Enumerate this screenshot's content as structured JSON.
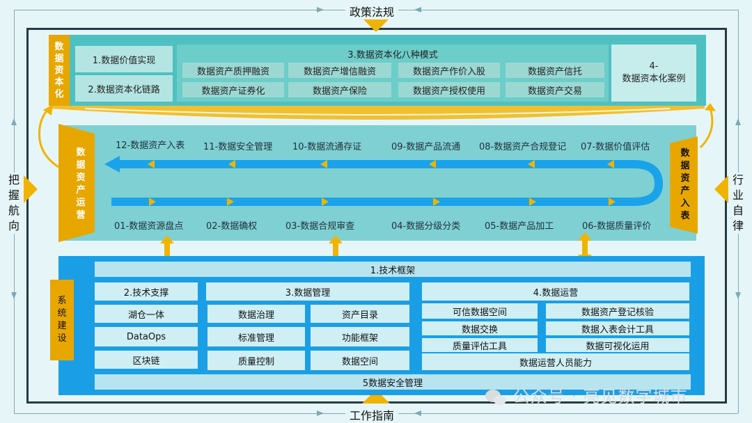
{
  "edges": {
    "top": "政策法规",
    "bottom": "工作指南",
    "left": [
      "把",
      "握",
      "航",
      "向"
    ],
    "right": [
      "行",
      "业",
      "自",
      "律"
    ]
  },
  "capitalization": {
    "side_label": [
      "数",
      "据",
      "资",
      "本",
      "化"
    ],
    "item1": "1.数据价值实现",
    "item2": "2.数据资本化链路",
    "modes_title": "3.数据资本化八种模式",
    "modes": [
      "数据资产质押融资",
      "数据资产增信融资",
      "数据资产作价入股",
      "数据资产信托",
      "数据资产证券化",
      "数据资产保险",
      "数据资产授权使用",
      "数据资产交易"
    ],
    "cases_line1": "4-",
    "cases_line2": "数据资本化案例"
  },
  "operations": {
    "left_label": [
      "数",
      "据",
      "资",
      "产",
      "运",
      "营"
    ],
    "right_label": [
      "数",
      "据",
      "资",
      "产",
      "入",
      "表"
    ],
    "top_steps": [
      "12-数据资产入表",
      "11-数据安全管理",
      "10-数据流通存证",
      "09-数据产品流通",
      "08-数据资产合规登记",
      "07-数据价值评估"
    ],
    "bottom_steps": [
      "01-数据资源盘点",
      "02-数据确权",
      "03-数据合规审查",
      "04-数据分级分类",
      "05-数据产品加工",
      "06-数据质量评价"
    ]
  },
  "system": {
    "side_label": [
      "系",
      "统",
      "建",
      "设"
    ],
    "tech_framework": "1.技术框架",
    "tech_support": "2.技术支撑",
    "tech_items": [
      "湖仓一体",
      "DataOps",
      "区块链"
    ],
    "data_mgmt": "3.数据管理",
    "mgmt_items": [
      "数据治理",
      "资产目录",
      "标准管理",
      "功能框架",
      "质量控制",
      "数据空间"
    ],
    "data_ops": "4.数据运营",
    "ops_items": [
      "可信数据空间",
      "数据资产登记核验",
      "数据交换",
      "数据入表会计工具",
      "质量评估工具",
      "数据可视化运用"
    ],
    "ops_staff": "数据运营人员能力",
    "security": "5数据安全管理"
  },
  "watermark": "公众号 · 亮见数字城市",
  "colors": {
    "accent": "#e8a600",
    "teal": "#4fc0c2",
    "blue": "#1a9fe6",
    "arrow": "#1aa3ea"
  }
}
